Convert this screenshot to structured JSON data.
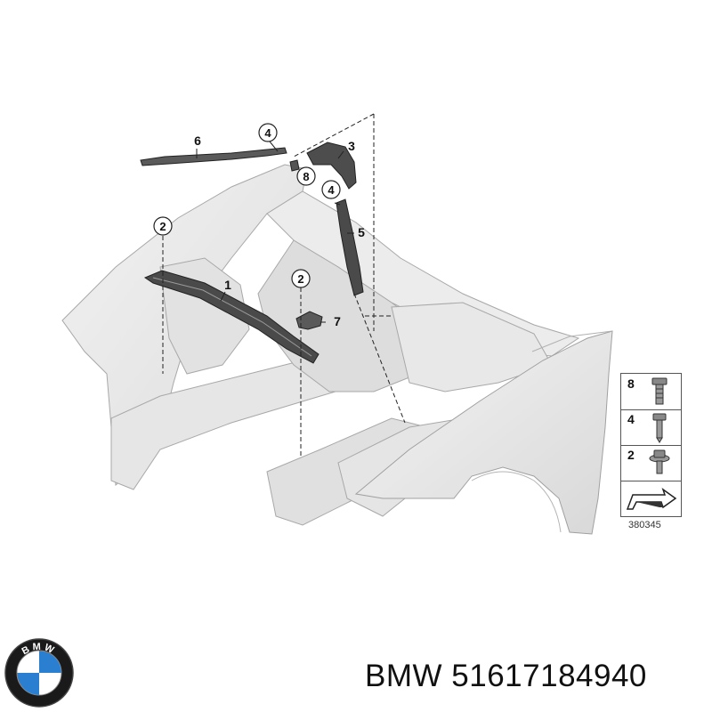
{
  "diagram": {
    "callouts": {
      "part1": "1",
      "part2_left": "2",
      "part2_center": "2",
      "part3": "3",
      "part4_top": "4",
      "part4_right": "4",
      "part5": "5",
      "part6": "6",
      "part7": "7",
      "part8": "8"
    },
    "legend": {
      "rows": [
        "8",
        "4",
        "2"
      ]
    },
    "diagram_id": "380345"
  },
  "caption": {
    "brand": "BMW",
    "part_number": "51617184940"
  },
  "logo": {
    "letters": "BMW",
    "colors": {
      "blue": "#2b7fd0",
      "white": "#ffffff",
      "ring": "#1a1a1a"
    }
  }
}
